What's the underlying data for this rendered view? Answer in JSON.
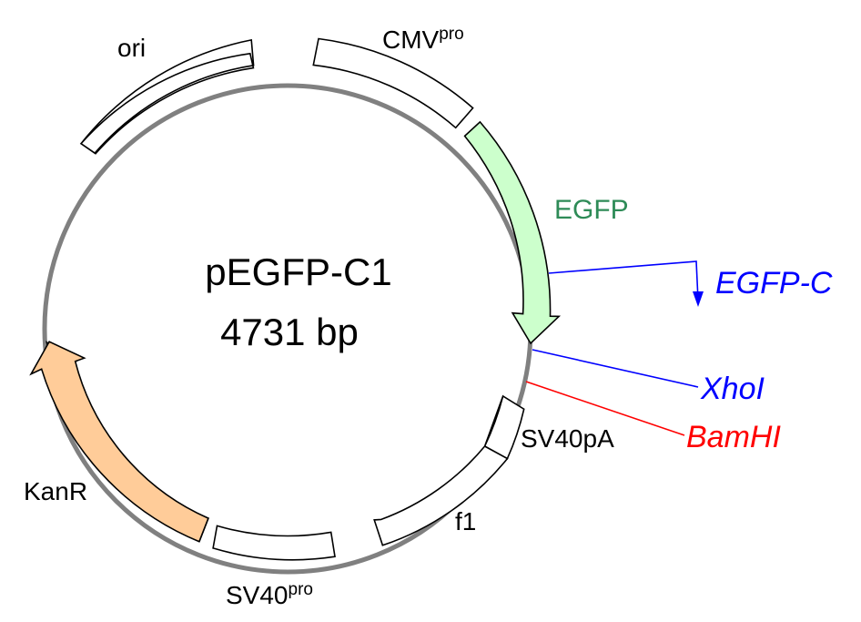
{
  "plasmid": {
    "name": "pEGFP-C1",
    "size": "4731 bp"
  },
  "features": {
    "ori": {
      "label": "ori"
    },
    "cmv": {
      "label": "CMV",
      "superscript": "pro"
    },
    "egfp": {
      "label": "EGFP",
      "color": "#2e8b57",
      "fill": "#ccffcc"
    },
    "sv40pa": {
      "label": "SV40pA"
    },
    "f1": {
      "label": "f1"
    },
    "sv40pro": {
      "label": "SV40",
      "superscript": "pro"
    },
    "kanr": {
      "label": "KanR",
      "fill": "#ffcc99"
    }
  },
  "annotations": {
    "egfp_c": {
      "label": "EGFP-C",
      "color": "#0000ff"
    },
    "xhoi": {
      "label": "XhoI",
      "color": "#0000ff"
    },
    "bamhi": {
      "label": "BamHI",
      "color": "#ff0000"
    }
  },
  "colors": {
    "backbone": "#808080",
    "feature_outline": "#000000",
    "feature_fill": "#ffffff"
  }
}
